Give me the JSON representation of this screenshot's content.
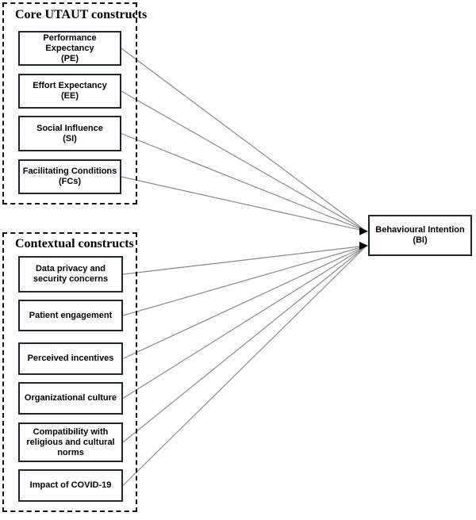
{
  "diagram": {
    "groups": [
      {
        "id": "core",
        "title": "Core UTAUT constructs",
        "items": [
          {
            "id": "pe",
            "label": "Performance Expectancy",
            "sub": "(PE)"
          },
          {
            "id": "ee",
            "label": "Effort Expectancy",
            "sub": "(EE)"
          },
          {
            "id": "si",
            "label": "Social Influence",
            "sub": "(SI)"
          },
          {
            "id": "fc",
            "label": "Facilitating Conditions",
            "sub": "(FCs)"
          }
        ]
      },
      {
        "id": "contextual",
        "title": "Contextual constructs",
        "items": [
          {
            "id": "dp",
            "label": "Data privacy and security concerns"
          },
          {
            "id": "pen",
            "label": "Patient engagement"
          },
          {
            "id": "pi",
            "label": "Perceived incentives"
          },
          {
            "id": "oc",
            "label": "Organizational culture"
          },
          {
            "id": "cr",
            "label": "Compatibility with religious and cultural norms"
          },
          {
            "id": "ic",
            "label": "Impact of COVID-19"
          }
        ]
      }
    ],
    "target": {
      "id": "bi",
      "label": "Behavioural Intention",
      "sub": "(BI)"
    },
    "edges": [
      {
        "from": "pe",
        "to": "bi",
        "anchor": "upper"
      },
      {
        "from": "ee",
        "to": "bi",
        "anchor": "upper"
      },
      {
        "from": "si",
        "to": "bi",
        "anchor": "upper"
      },
      {
        "from": "fc",
        "to": "bi",
        "anchor": "upper"
      },
      {
        "from": "dp",
        "to": "bi",
        "anchor": "lower"
      },
      {
        "from": "pen",
        "to": "bi",
        "anchor": "lower"
      },
      {
        "from": "pi",
        "to": "bi",
        "anchor": "lower"
      },
      {
        "from": "oc",
        "to": "bi",
        "anchor": "lower"
      },
      {
        "from": "cr",
        "to": "bi",
        "anchor": "lower"
      },
      {
        "from": "ic",
        "to": "bi",
        "anchor": "lower"
      }
    ],
    "colors": {
      "box_border": "#1c2733",
      "dashed_border": "#141414",
      "edge_line": "#8a8a8a",
      "arrowhead": "#000000",
      "background": "#ffffff",
      "text": "#000000"
    }
  }
}
